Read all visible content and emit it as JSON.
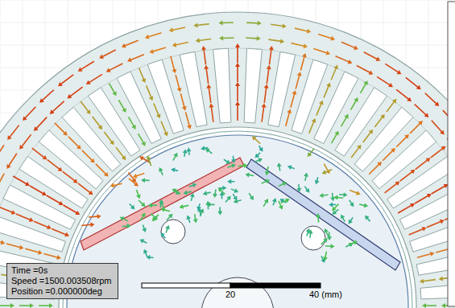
{
  "diagram": {
    "nodes": [
      {
        "text": [
          "Time =0s",
          "Speed =1500.003508rpm",
          "Position =0.000000deg"
        ]
      }
    ],
    "labels": [
      "20",
      "40 (mm)"
    ]
  }
}
